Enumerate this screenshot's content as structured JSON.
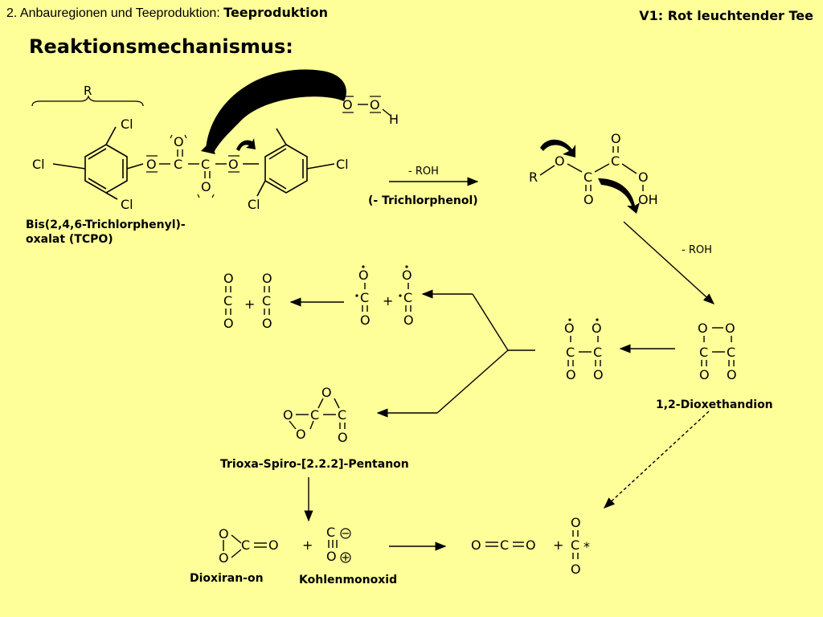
{
  "header": {
    "section_prefix": "2. Anbauregionen und Teeproduktion: ",
    "section_bold": "Teeproduktion",
    "experiment": "V1: Rot leuchtender Tee"
  },
  "title": "Reaktionsmechanismus:",
  "labels": {
    "tcpo_line1": "Bis(2,4,6-Trichlorphenyl)-",
    "tcpo_line2": "oxalat (TCPO)",
    "minus_roh_1": "- ROH",
    "trichlorphenol": "(- Trichlorphenol)",
    "minus_roh_2": "- ROH",
    "dioxethandion": "1,2-Dioxethandion",
    "trioxa": "Trioxa-Spiro-[2.2.2]-Pentanon",
    "dioxiran": "Dioxiran-on",
    "kohlenmonoxid": "Kohlenmonoxid",
    "r_group": "R"
  }
}
